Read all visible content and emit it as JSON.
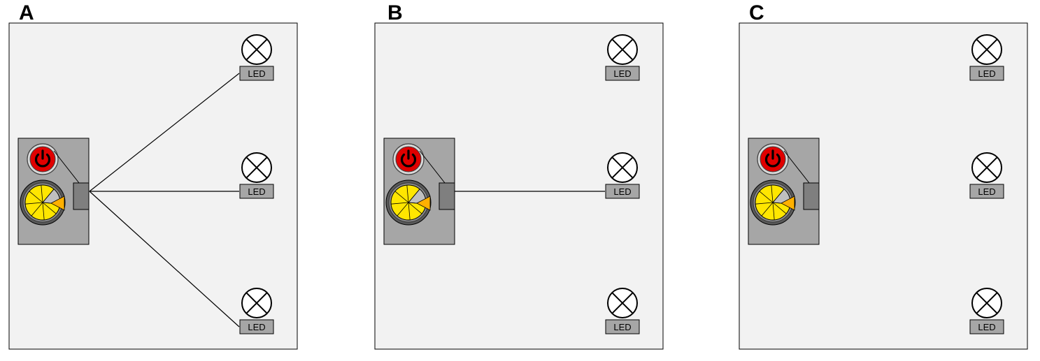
{
  "panels": [
    {
      "letter": "A",
      "connected_leds": [
        "top",
        "middle",
        "bottom"
      ]
    },
    {
      "letter": "B",
      "connected_leds": [
        "middle"
      ]
    },
    {
      "letter": "C",
      "connected_leds": []
    }
  ],
  "led_label": "LED",
  "colors": {
    "panel_background": "#f2f2f2",
    "panel_border": "#000000",
    "controller_body": "#a6a6a6",
    "power_button": "#e00000",
    "dial_fill": "#ffe600",
    "dial_dark": "#595959",
    "dial_grey": "#bfbfbf",
    "pointer": "#ffb000",
    "connector": "#7f7f7f",
    "led_label_box": "#a6a6a6",
    "wire": "#000000"
  },
  "icons": {
    "power": "power-icon",
    "dial": "dial-icon",
    "led_bulb": "lamp-icon"
  }
}
